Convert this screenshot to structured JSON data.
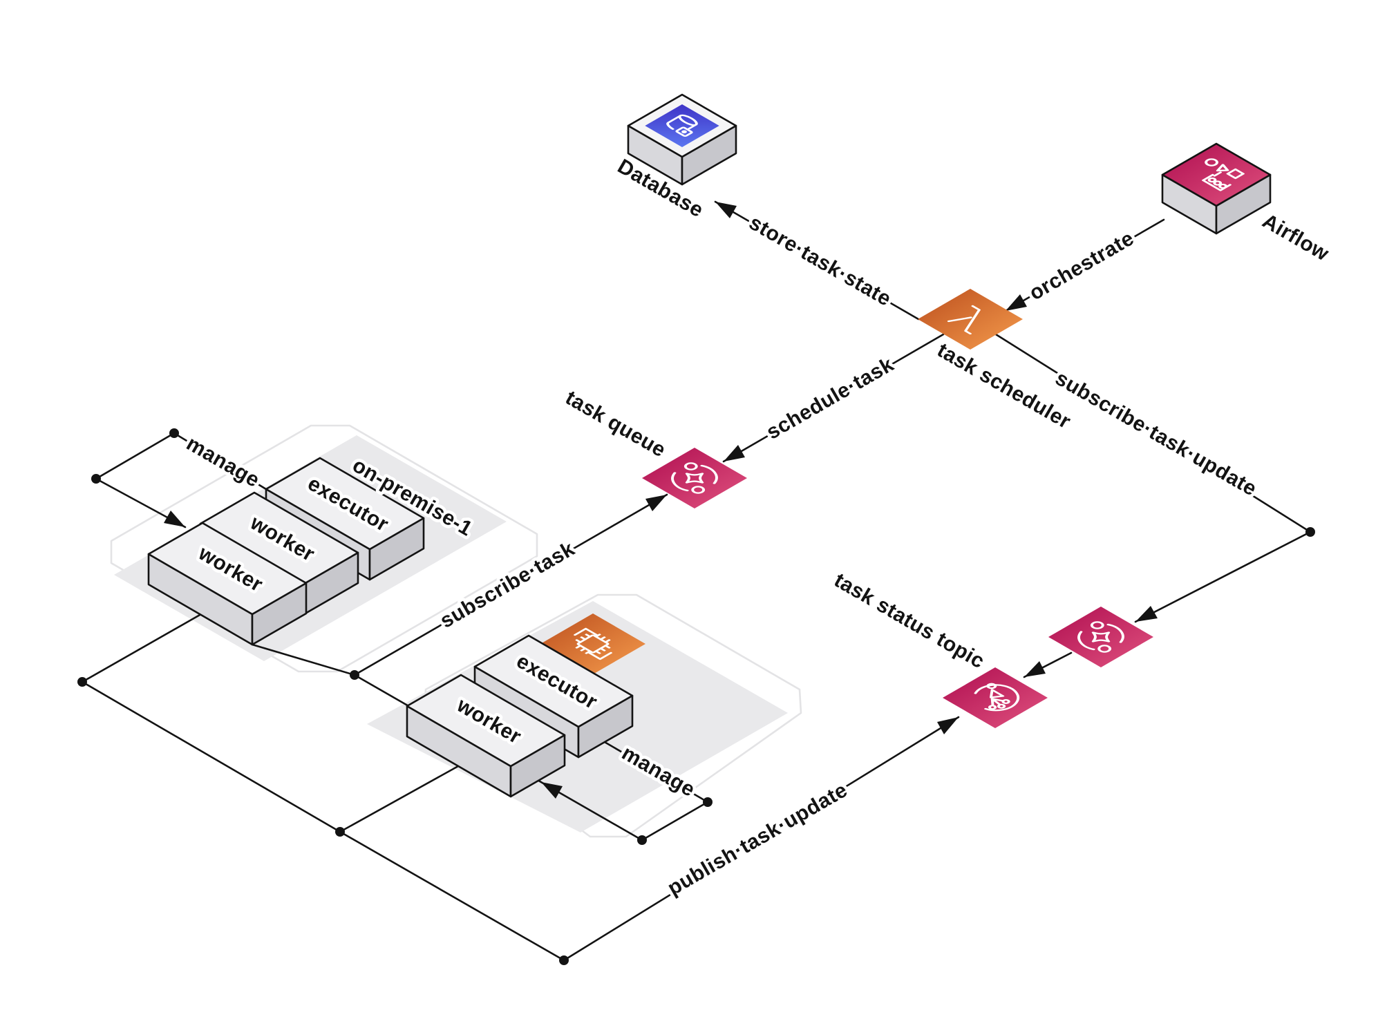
{
  "nodes": {
    "database": {
      "label": "Database",
      "icon": "database-icon"
    },
    "airflow": {
      "label": "Airflow",
      "icon": "workflow-icon"
    },
    "task_scheduler": {
      "label": "task scheduler",
      "icon": "lambda-icon"
    },
    "task_queue": {
      "label": "task queue",
      "icon": "queue-icon"
    },
    "subscription_queue": {
      "icon": "queue-icon"
    },
    "task_status_topic": {
      "label": "task status topic",
      "icon": "topic-icon"
    },
    "compute_chip": {
      "icon": "chip-icon"
    }
  },
  "groups": {
    "on_premise_1": {
      "label": "on-premise-1"
    },
    "cloud_group": {
      "label": ""
    }
  },
  "boxes": {
    "z1_executor": {
      "label": "executor"
    },
    "z1_worker_a": {
      "label": "worker"
    },
    "z1_worker_b": {
      "label": "worker"
    },
    "z2_executor": {
      "label": "executor"
    },
    "z2_worker": {
      "label": "worker"
    }
  },
  "edges": {
    "store_task_state": {
      "label": "store·task·state"
    },
    "orchestrate": {
      "label": "orchestrate"
    },
    "schedule_task": {
      "label": "schedule·task"
    },
    "subscribe_task_update": {
      "label": "subscribe·task·update"
    },
    "subscribe_task": {
      "label": "subscribe·task"
    },
    "publish_task_update": {
      "label": "publish·task·update"
    },
    "manage_on_premise": {
      "label": "manage"
    },
    "manage_cloud": {
      "label": "manage"
    }
  },
  "colors": {
    "pink_dark": "#AF0E50",
    "pink_light": "#E0527F",
    "orange_dark": "#BC4F1E",
    "orange_light": "#F59C4D",
    "blue_dark": "#3F34C7",
    "blue_light": "#5B76F0",
    "line": "#131313",
    "platform": "#e9e9eb",
    "zone_outline": "#e3e3e5"
  }
}
